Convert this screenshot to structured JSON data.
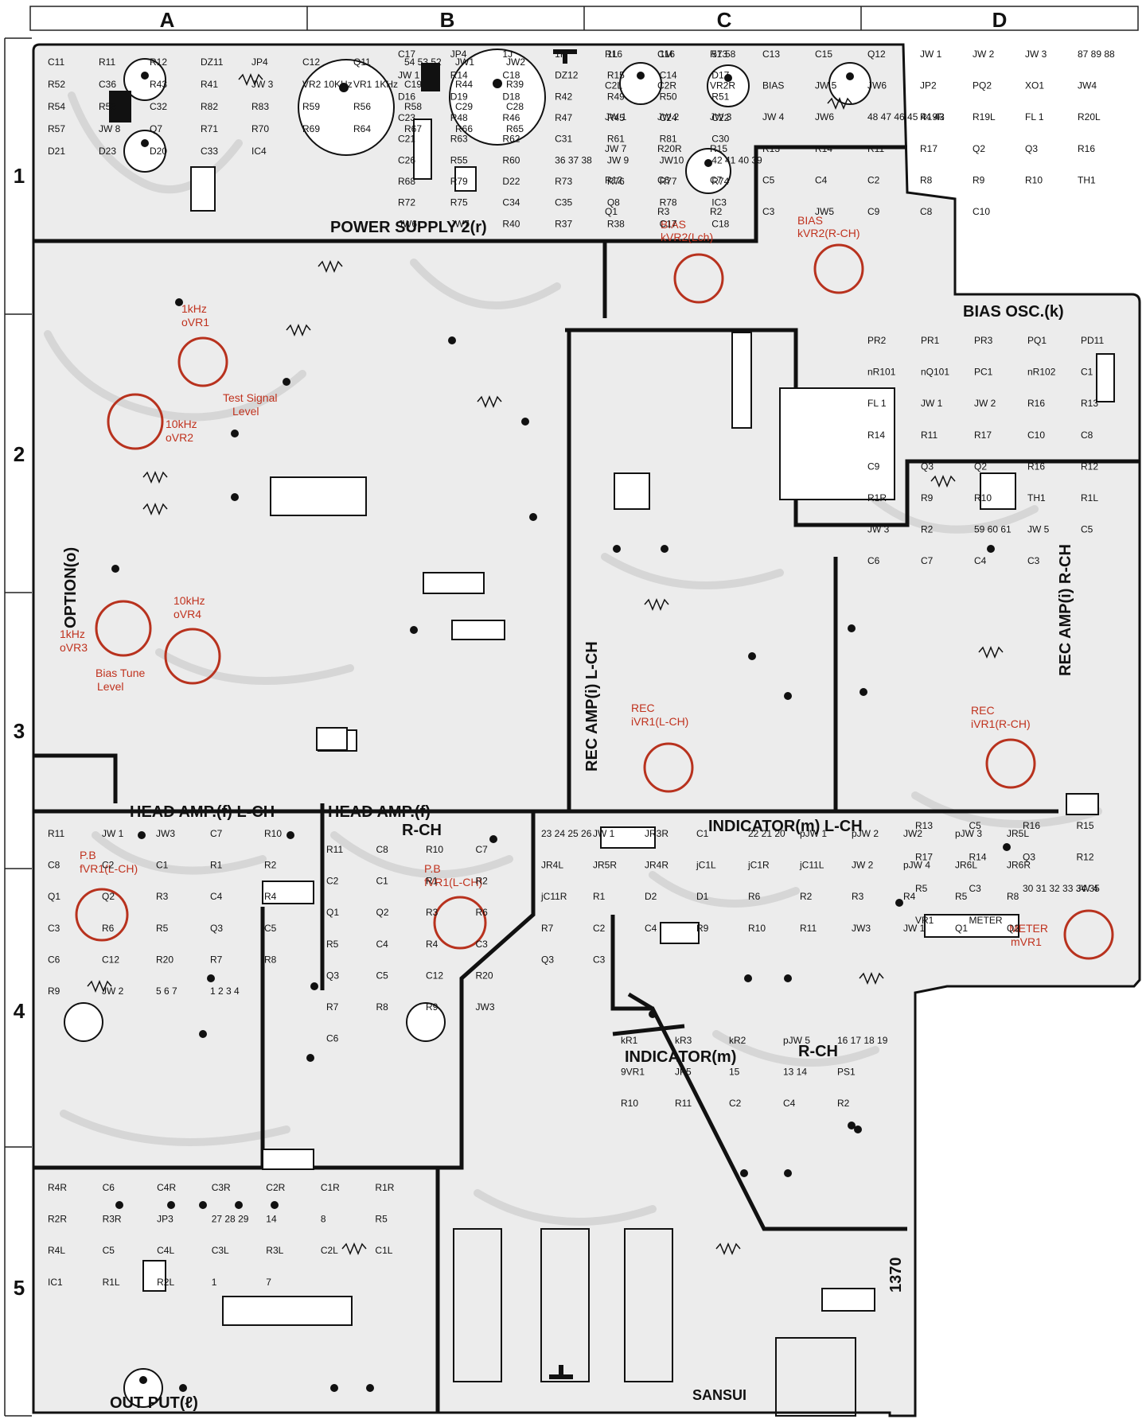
{
  "grid": {
    "columns": [
      "A",
      "B",
      "C",
      "D"
    ],
    "rows": [
      "1",
      "2",
      "3",
      "4",
      "5"
    ]
  },
  "sections": {
    "power_supply": "POWER SUPPLY 2(r)",
    "bias_osc": "BIAS OSC.(k)",
    "option": "OPTION(o)",
    "rec_amp_l": "REC AMP(i)  L-CH",
    "rec_amp_r": "REC AMP(i) R-CH",
    "head_amp_l": "HEAD AMP.(f) L-CH",
    "head_amp_r_1": "HEAD AMP.(f)",
    "head_amp_r_2": "R-CH",
    "indicator_l": "INDICATOR(m) L-CH",
    "indicator_r": "INDICATOR(m)",
    "indicator_r_ch": "R-CH",
    "output": "OUT PUT(ℓ)",
    "brand": "SANSUI",
    "board_number": "1370"
  },
  "adjustments": [
    {
      "id": "ovr1",
      "lines": [
        "1kHz",
        "oVR1"
      ]
    },
    {
      "id": "ovr2",
      "lines": [
        "10kHz",
        "oVR2"
      ]
    },
    {
      "id": "ovr3",
      "lines": [
        "1kHz",
        "oVR3"
      ]
    },
    {
      "id": "ovr4",
      "lines": [
        "10kHz",
        "oVR4"
      ]
    },
    {
      "id": "test-signal",
      "lines": [
        "Test Signal",
        "Level"
      ]
    },
    {
      "id": "bias-tune",
      "lines": [
        "Bias Tune",
        "Level"
      ]
    },
    {
      "id": "bias-l",
      "lines": [
        "BIAS",
        "kVR2(Lch)"
      ]
    },
    {
      "id": "bias-r",
      "lines": [
        "BIAS",
        "kVR2(R-CH)"
      ]
    },
    {
      "id": "rec-l",
      "lines": [
        "REC",
        "iVR1(L-CH)"
      ]
    },
    {
      "id": "rec-r",
      "lines": [
        "REC",
        "iVR1(R-CH)"
      ]
    },
    {
      "id": "pb-l",
      "lines": [
        "P.B",
        "fVR1(L-CH)"
      ]
    },
    {
      "id": "pb-r",
      "lines": [
        "P.B",
        "fVR1(L-CH)"
      ]
    },
    {
      "id": "meter",
      "lines": [
        "METER",
        "mVR1"
      ]
    }
  ],
  "components": {
    "a1": [
      "C11",
      "R11",
      "R12",
      "DZ11",
      "JP4",
      "C12",
      "Q11",
      "54 53 52",
      "JW1",
      "JW2",
      "R52",
      "C36",
      "R43",
      "R41",
      "JW 3",
      "VR2 10KHz",
      "VR1 1KHz",
      "C19",
      "R44",
      "R39",
      "R54",
      "R53",
      "C32",
      "R82",
      "R83",
      "R59",
      "R56",
      "R58",
      "C29",
      "C28",
      "R57",
      "JW 8",
      "Q7",
      "R71",
      "R70",
      "R69",
      "R64",
      "R67",
      "R66",
      "R65",
      "D21",
      "D23",
      "D20",
      "C33",
      "IC4"
    ],
    "b1": [
      "C17",
      "JP4",
      "1J",
      "1K",
      "1L",
      "1M",
      "57 58",
      "JW 1",
      "R14",
      "C18",
      "DZ12",
      "R15",
      "C14",
      "D17",
      "D16",
      "D19",
      "D18",
      "R42",
      "R49",
      "R50",
      "R51",
      "C23",
      "R48",
      "R46",
      "R47",
      "R45",
      "C24",
      "C22",
      "C21",
      "R63",
      "R62",
      "C31",
      "R61",
      "R81",
      "C30",
      "C26",
      "R55",
      "R60",
      "36 37 38",
      "JW 9",
      "JW10",
      "42 41 40 39",
      "R68",
      "R79",
      "D22",
      "R73",
      "R76",
      "R77",
      "R74",
      "R72",
      "R75",
      "C34",
      "C35",
      "Q8",
      "R78",
      "IC3",
      "JW6",
      "JW7",
      "R40",
      "R37",
      "R38",
      "C17",
      "C18"
    ],
    "c1": [
      "R16",
      "C16",
      "R13",
      "C13",
      "C15",
      "Q12",
      "JW 1",
      "JW 2",
      "JW 3",
      "87 89 88",
      "C2L",
      "C2R",
      "VR2R",
      "BIAS",
      "JW 5",
      "JW6",
      "JP2",
      "PQ2",
      "XO1",
      "JW4",
      "JW 1",
      "JW 2",
      "JW 3",
      "JW 4",
      "JW6",
      "48 47 46 45 44 43",
      "R19R",
      "R19L",
      "FL 1",
      "R20L",
      "JW 7",
      "R20R",
      "R15",
      "R13",
      "R14",
      "R11",
      "R17",
      "Q2",
      "Q3",
      "R16",
      "R12",
      "C6",
      "C7",
      "C5",
      "C4",
      "C2",
      "R8",
      "R9",
      "R10",
      "TH1",
      "Q1",
      "R3",
      "R2",
      "C3",
      "JW5",
      "C9",
      "C8",
      "C10"
    ],
    "d1": [
      "PR2",
      "PR1",
      "PR3",
      "PQ1",
      "PD11",
      "nR101",
      "nQ101",
      "PC1",
      "nR102",
      "C1",
      "FL 1",
      "JW 1",
      "JW 2",
      "R16",
      "R13",
      "R14",
      "R11",
      "R17",
      "C10",
      "C8",
      "C9",
      "Q3",
      "Q2",
      "R16",
      "R12",
      "R1R",
      "R9",
      "R10",
      "TH1",
      "R1L",
      "JW 3",
      "R2",
      "59 60 61",
      "JW 5",
      "C5",
      "C6",
      "C7",
      "C4",
      "C3"
    ],
    "a4": [
      "R11",
      "JW 1",
      "JW3",
      "C7",
      "R10",
      "C8",
      "C2",
      "C1",
      "R1",
      "R2",
      "Q1",
      "Q2",
      "R3",
      "C4",
      "R4",
      "C3",
      "R6",
      "R5",
      "Q3",
      "C5",
      "C6",
      "C12",
      "R20",
      "R7",
      "R8",
      "R9",
      "JW 2",
      "5 6 7",
      "1 2 3 4"
    ],
    "b4": [
      "R11",
      "C8",
      "R10",
      "C7",
      "C2",
      "C1",
      "R1",
      "R2",
      "Q1",
      "Q2",
      "R3",
      "R6",
      "R5",
      "C4",
      "R4",
      "C3",
      "Q3",
      "C5",
      "C12",
      "R20",
      "R7",
      "R8",
      "R9",
      "JW3",
      "C6"
    ],
    "c4": [
      "23 24 25 26",
      "JW 1",
      "JR3R",
      "C1",
      "22 21 20",
      "pJW 1",
      "pJW 2",
      "JW2",
      "pJW 3",
      "JR5L",
      "JR4L",
      "JR5R",
      "JR4R",
      "jC1L",
      "jC1R",
      "jC11L",
      "JW 2",
      "pJW 4",
      "JR6L",
      "JR6R",
      "jC11R",
      "R1",
      "D2",
      "D1",
      "R6",
      "R2",
      "R3",
      "R4",
      "R5",
      "R8",
      "R7",
      "C2",
      "C4",
      "R9",
      "R10",
      "R11",
      "JW3",
      "JW 1",
      "Q1",
      "Q2",
      "Q3",
      "C3"
    ],
    "d4": [
      "R13",
      "C5",
      "R16",
      "R15",
      "R17",
      "R14",
      "Q3",
      "R12",
      "R5",
      "C3",
      "30 31 32 33 34 35",
      "JW 4",
      "VR1",
      "METER"
    ],
    "a5": [
      "R4R",
      "C6",
      "C4R",
      "C3R",
      "C2R",
      "C1R",
      "R1R",
      "R2R",
      "R3R",
      "JP3",
      "27 28 29",
      "14",
      "8",
      "R5",
      "R4L",
      "C5",
      "C4L",
      "C3L",
      "R3L",
      "C2L",
      "C1L",
      "IC1",
      "R1L",
      "R2L",
      "1",
      "7"
    ],
    "c5": [
      "kR1",
      "kR3",
      "kR2",
      "pJW 5",
      "16 17 18 19",
      "9VR1",
      "JP5",
      "15",
      "13 14",
      "PS1",
      "R10",
      "R11",
      "C2",
      "C4",
      "R2"
    ]
  }
}
